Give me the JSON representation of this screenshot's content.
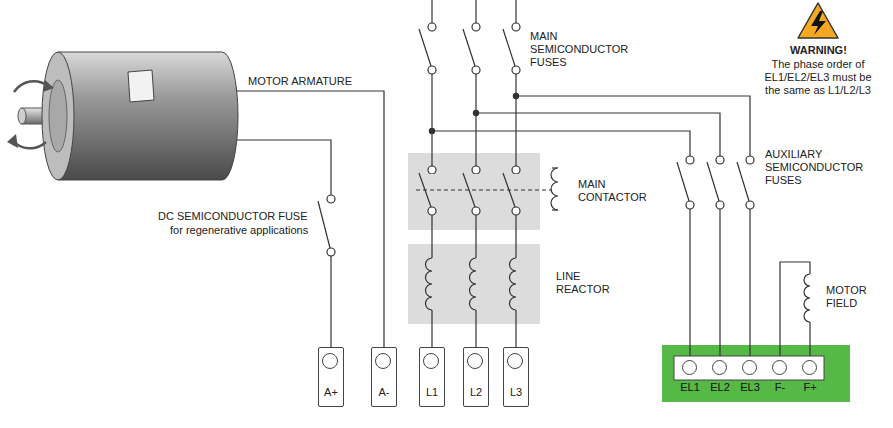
{
  "diagram": {
    "nodes": [
      {
        "text": [
          "A+"
        ]
      },
      {
        "text": [
          "A-"
        ]
      },
      {
        "text": [
          "L1"
        ]
      },
      {
        "text": [
          "L2"
        ]
      },
      {
        "text": [
          "L3"
        ]
      },
      {
        "text": [
          "EL1"
        ]
      },
      {
        "text": [
          "EL2"
        ]
      },
      {
        "text": [
          "EL3"
        ]
      },
      {
        "text": [
          "F-"
        ]
      },
      {
        "text": [
          "F+"
        ]
      }
    ],
    "labels": [
      "MAIN SEMICONDUCTOR FUSES",
      "WARNING!",
      "The phase order of EL1/EL2/EL3 must be the same as L1/L2/L3",
      "MAIN CONTACTOR",
      "LINE REACTOR",
      "AUXILIARY SEMICONDUCTOR FUSES",
      "MOTOR FIELD",
      "MOTOR ARMATURE",
      "DC SEMICONDUCTOR FUSE",
      "for regenerative applications"
    ]
  }
}
